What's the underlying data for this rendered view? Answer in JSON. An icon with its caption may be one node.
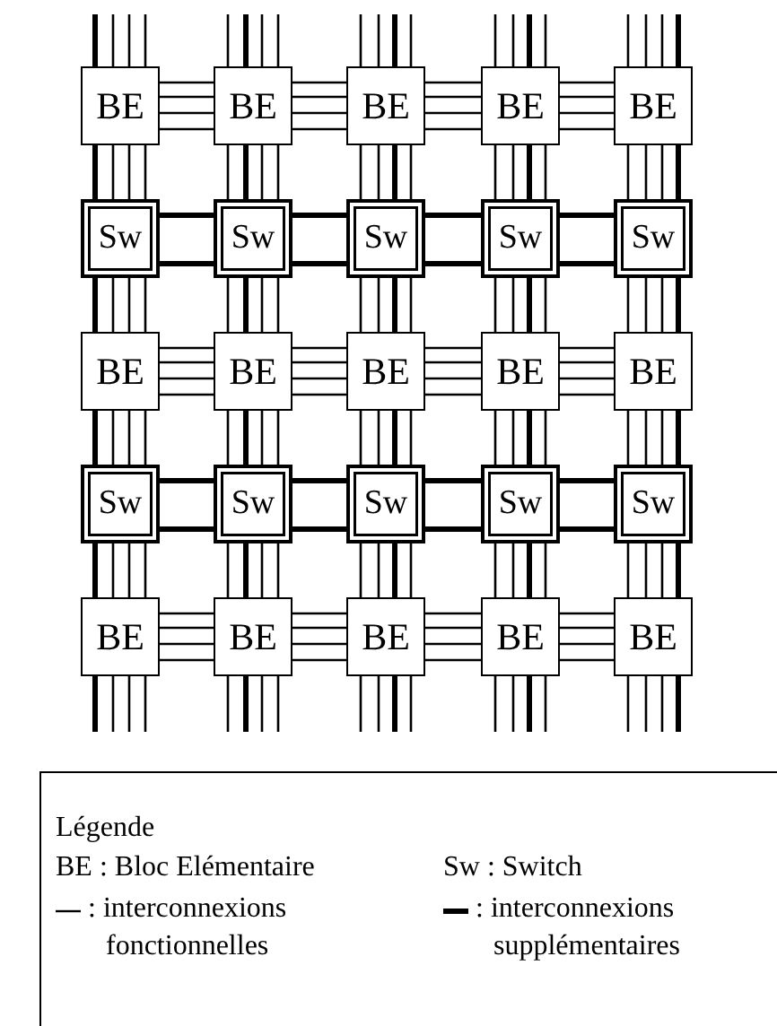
{
  "diagram": {
    "nodes": [
      {
        "text": [
          "BE"
        ]
      },
      {
        "text": [
          "BE"
        ]
      },
      {
        "text": [
          "BE"
        ]
      },
      {
        "text": [
          "BE"
        ]
      },
      {
        "text": [
          "BE"
        ]
      },
      {
        "text": [
          "Sw"
        ]
      },
      {
        "text": [
          "Sw"
        ]
      },
      {
        "text": [
          "Sw"
        ]
      },
      {
        "text": [
          "Sw"
        ]
      },
      {
        "text": [
          "Sw"
        ]
      },
      {
        "text": [
          "BE"
        ]
      },
      {
        "text": [
          "BE"
        ]
      },
      {
        "text": [
          "BE"
        ]
      },
      {
        "text": [
          "BE"
        ]
      },
      {
        "text": [
          "BE"
        ]
      },
      {
        "text": [
          "Sw"
        ]
      },
      {
        "text": [
          "Sw"
        ]
      },
      {
        "text": [
          "Sw"
        ]
      },
      {
        "text": [
          "Sw"
        ]
      },
      {
        "text": [
          "Sw"
        ]
      },
      {
        "text": [
          "BE"
        ]
      },
      {
        "text": [
          "BE"
        ]
      },
      {
        "text": [
          "BE"
        ]
      },
      {
        "text": [
          "BE"
        ]
      },
      {
        "text": [
          "BE"
        ]
      }
    ],
    "edges": [
      {
        "from": 0,
        "to": 1,
        "arrow": "none"
      },
      {
        "from": 1,
        "to": 2,
        "arrow": "none"
      },
      {
        "from": 2,
        "to": 3,
        "arrow": "none"
      },
      {
        "from": 3,
        "to": 4,
        "arrow": "none"
      },
      {
        "from": 5,
        "to": 6,
        "arrow": "none",
        "style": "thick"
      },
      {
        "from": 6,
        "to": 7,
        "arrow": "none",
        "style": "thick"
      },
      {
        "from": 7,
        "to": 8,
        "arrow": "none",
        "style": "thick"
      },
      {
        "from": 8,
        "to": 9,
        "arrow": "none",
        "style": "thick"
      },
      {
        "from": 10,
        "to": 11,
        "arrow": "none"
      },
      {
        "from": 11,
        "to": 12,
        "arrow": "none"
      },
      {
        "from": 12,
        "to": 13,
        "arrow": "none"
      },
      {
        "from": 13,
        "to": 14,
        "arrow": "none"
      },
      {
        "from": 15,
        "to": 16,
        "arrow": "none",
        "style": "thick"
      },
      {
        "from": 16,
        "to": 17,
        "arrow": "none",
        "style": "thick"
      },
      {
        "from": 17,
        "to": 18,
        "arrow": "none",
        "style": "thick"
      },
      {
        "from": 18,
        "to": 19,
        "arrow": "none",
        "style": "thick"
      },
      {
        "from": 20,
        "to": 21,
        "arrow": "none"
      },
      {
        "from": 21,
        "to": 22,
        "arrow": "none"
      },
      {
        "from": 22,
        "to": 23,
        "arrow": "none"
      },
      {
        "from": 23,
        "to": 24,
        "arrow": "none"
      },
      {
        "from": null,
        "to": 0,
        "arrow": "none"
      },
      {
        "from": null,
        "to": 0,
        "arrow": "none",
        "style": "thick"
      },
      {
        "from": 0,
        "to": 5,
        "arrow": "none"
      },
      {
        "from": 0,
        "to": 5,
        "arrow": "none",
        "style": "thick"
      },
      {
        "from": 5,
        "to": 10,
        "arrow": "none"
      },
      {
        "from": 5,
        "to": 10,
        "arrow": "none",
        "style": "thick"
      },
      {
        "from": 10,
        "to": 15,
        "arrow": "none"
      },
      {
        "from": 10,
        "to": 15,
        "arrow": "none",
        "style": "thick"
      },
      {
        "from": 15,
        "to": 20,
        "arrow": "none"
      },
      {
        "from": 15,
        "to": 20,
        "arrow": "none",
        "style": "thick"
      },
      {
        "from": 20,
        "to": null,
        "arrow": "none"
      },
      {
        "from": 20,
        "to": null,
        "arrow": "none",
        "style": "thick"
      },
      {
        "from": null,
        "to": 1,
        "arrow": "none"
      },
      {
        "from": null,
        "to": 1,
        "arrow": "none",
        "style": "thick"
      },
      {
        "from": 1,
        "to": 6,
        "arrow": "none"
      },
      {
        "from": 1,
        "to": 6,
        "arrow": "none",
        "style": "thick"
      },
      {
        "from": 6,
        "to": 11,
        "arrow": "none"
      },
      {
        "from": 6,
        "to": 11,
        "arrow": "none",
        "style": "thick"
      },
      {
        "from": 11,
        "to": 16,
        "arrow": "none"
      },
      {
        "from": 11,
        "to": 16,
        "arrow": "none",
        "style": "thick"
      },
      {
        "from": 16,
        "to": 21,
        "arrow": "none"
      },
      {
        "from": 16,
        "to": 21,
        "arrow": "none",
        "style": "thick"
      },
      {
        "from": 21,
        "to": null,
        "arrow": "none"
      },
      {
        "from": 21,
        "to": null,
        "arrow": "none",
        "style": "thick"
      },
      {
        "from": null,
        "to": 2,
        "arrow": "none"
      },
      {
        "from": null,
        "to": 2,
        "arrow": "none",
        "style": "thick"
      },
      {
        "from": 2,
        "to": 7,
        "arrow": "none"
      },
      {
        "from": 2,
        "to": 7,
        "arrow": "none",
        "style": "thick"
      },
      {
        "from": 7,
        "to": 12,
        "arrow": "none"
      },
      {
        "from": 7,
        "to": 12,
        "arrow": "none",
        "style": "thick"
      },
      {
        "from": 12,
        "to": 17,
        "arrow": "none"
      },
      {
        "from": 12,
        "to": 17,
        "arrow": "none",
        "style": "thick"
      },
      {
        "from": 17,
        "to": 22,
        "arrow": "none"
      },
      {
        "from": 17,
        "to": 22,
        "arrow": "none",
        "style": "thick"
      },
      {
        "from": 22,
        "to": null,
        "arrow": "none"
      },
      {
        "from": 22,
        "to": null,
        "arrow": "none",
        "style": "thick"
      },
      {
        "from": null,
        "to": 3,
        "arrow": "none"
      },
      {
        "from": null,
        "to": 3,
        "arrow": "none",
        "style": "thick"
      },
      {
        "from": 3,
        "to": 8,
        "arrow": "none"
      },
      {
        "from": 3,
        "to": 8,
        "arrow": "none",
        "style": "thick"
      },
      {
        "from": 8,
        "to": 13,
        "arrow": "none"
      },
      {
        "from": 8,
        "to": 13,
        "arrow": "none",
        "style": "thick"
      },
      {
        "from": 13,
        "to": 18,
        "arrow": "none"
      },
      {
        "from": 13,
        "to": 18,
        "arrow": "none",
        "style": "thick"
      },
      {
        "from": 18,
        "to": 23,
        "arrow": "none"
      },
      {
        "from": 18,
        "to": 23,
        "arrow": "none",
        "style": "thick"
      },
      {
        "from": 23,
        "to": null,
        "arrow": "none"
      },
      {
        "from": 23,
        "to": null,
        "arrow": "none",
        "style": "thick"
      },
      {
        "from": null,
        "to": 4,
        "arrow": "none"
      },
      {
        "from": null,
        "to": 4,
        "arrow": "none",
        "style": "thick"
      },
      {
        "from": 4,
        "to": 9,
        "arrow": "none"
      },
      {
        "from": 4,
        "to": 9,
        "arrow": "none",
        "style": "thick"
      },
      {
        "from": 9,
        "to": 14,
        "arrow": "none"
      },
      {
        "from": 9,
        "to": 14,
        "arrow": "none",
        "style": "thick"
      },
      {
        "from": 14,
        "to": 19,
        "arrow": "none"
      },
      {
        "from": 14,
        "to": 19,
        "arrow": "none",
        "style": "thick"
      },
      {
        "from": 19,
        "to": 24,
        "arrow": "none"
      },
      {
        "from": 19,
        "to": 24,
        "arrow": "none",
        "style": "thick"
      },
      {
        "from": 24,
        "to": null,
        "arrow": "none"
      },
      {
        "from": 24,
        "to": null,
        "arrow": "none",
        "style": "thick"
      }
    ],
    "labels": [
      "Légende",
      "BE : Bloc Elémentaire",
      "Sw : Switch"
    ],
    "legend": [
      {
        "text": ": interconnexions fonctionnelles"
      },
      {
        "text": ": interconnexions supplémentaires"
      }
    ]
  }
}
